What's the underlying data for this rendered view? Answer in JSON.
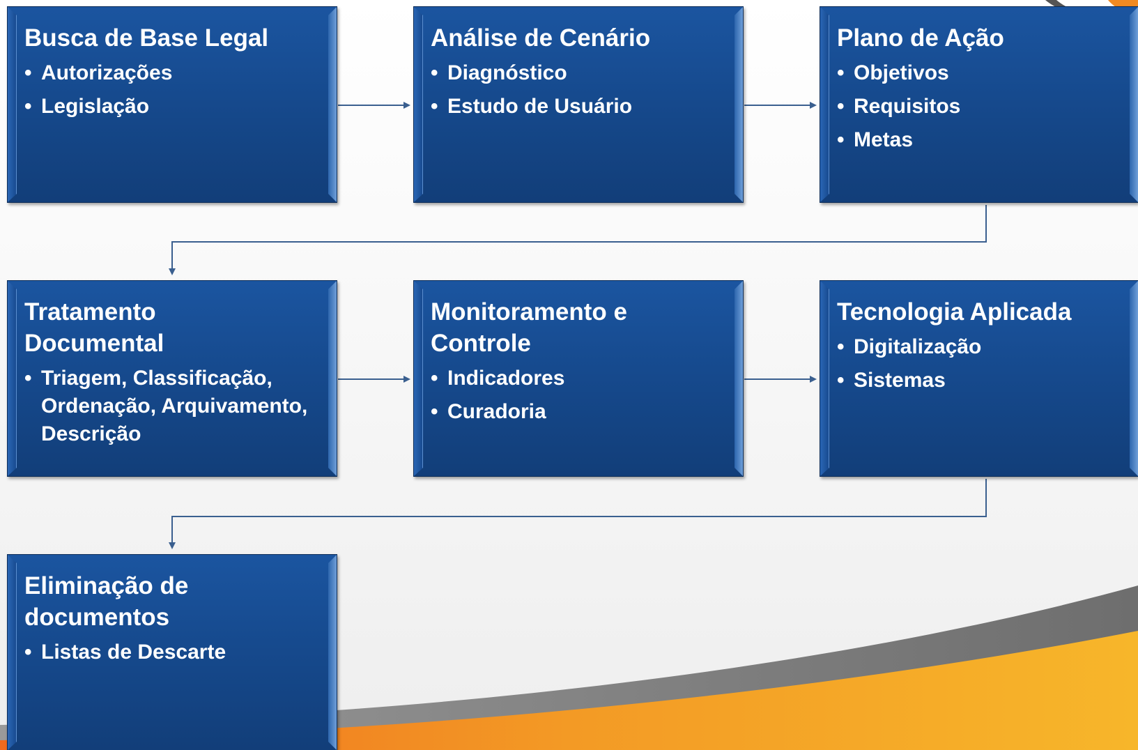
{
  "colors": {
    "box_fill": "#164a8e",
    "box_border": "#0c2c58",
    "connector": "#3a5f8f",
    "swoosh_orange": "#f2a21e",
    "swoosh_gray": "#7a7a7a"
  },
  "boxes": [
    {
      "title": "Busca de Base Legal",
      "items": [
        "Autorizações",
        "Legislação"
      ]
    },
    {
      "title": "Análise de Cenário",
      "items": [
        "Diagnóstico",
        "Estudo de Usuário"
      ]
    },
    {
      "title": "Plano de Ação",
      "items": [
        "Objetivos",
        "Requisitos",
        "Metas"
      ]
    },
    {
      "title_lines": [
        "Tratamento",
        "Documental"
      ],
      "items": [
        "Triagem, Classificação, Ordenação, Arquivamento, Descrição"
      ]
    },
    {
      "title_lines": [
        "Monitoramento e",
        "Controle"
      ],
      "items": [
        "Indicadores",
        "Curadoria"
      ]
    },
    {
      "title": "Tecnologia Aplicada",
      "items": [
        "Digitalização",
        "Sistemas"
      ]
    },
    {
      "title_lines": [
        "Eliminação de",
        "documentos"
      ],
      "items": [
        "Listas de Descarte"
      ]
    }
  ],
  "bullet": "•"
}
